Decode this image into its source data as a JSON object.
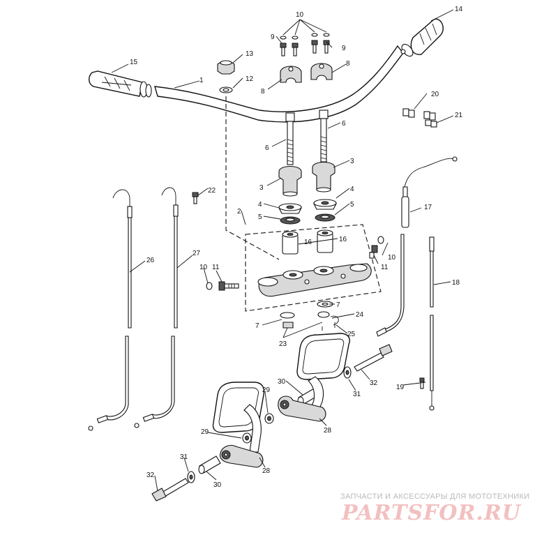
{
  "labels": {
    "l1": "1",
    "l2": "2",
    "l3a": "3",
    "l3b": "3",
    "l4a": "4",
    "l4b": "4",
    "l5a": "5",
    "l5b": "5",
    "l6a": "6",
    "l6b": "6",
    "l7a": "7",
    "l7b": "7",
    "l8a": "8",
    "l8b": "8",
    "l9a": "9",
    "l9b": "9",
    "l10a": "10",
    "l10b": "10",
    "l10c": "10",
    "l11a": "11",
    "l11b": "11",
    "l12": "12",
    "l13": "13",
    "l14": "14",
    "l15": "15",
    "l16a": "16",
    "l16b": "16",
    "l17": "17",
    "l18": "18",
    "l19": "19",
    "l20": "20",
    "l21": "21",
    "l22": "22",
    "l23": "23",
    "l24": "24",
    "l25": "25",
    "l26": "26",
    "l27": "27",
    "l28a": "28",
    "l28b": "28",
    "l29a": "29",
    "l29b": "29",
    "l30a": "30",
    "l30b": "30",
    "l31a": "31",
    "l31b": "31",
    "l32a": "32",
    "l32b": "32"
  },
  "watermark": {
    "tagline": "ЗАПЧАСТИ И АКСЕССУАРЫ ДЛЯ МОТОТЕХНИКИ",
    "logo": "PARTSFOR.RU"
  }
}
